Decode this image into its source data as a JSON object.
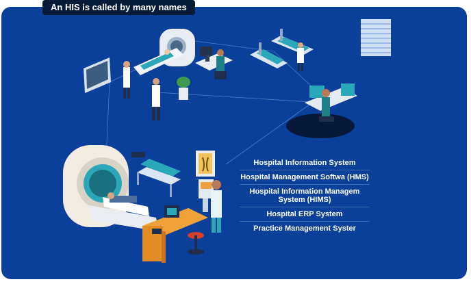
{
  "header": {
    "title": "An HIS is called by many names"
  },
  "names": [
    "Hospital Information System",
    "Hospital Management Softwa (HMS)",
    "Hospital Information Managem System (HIMS)",
    "Hospital ERP System",
    "Practice Management Syster"
  ],
  "colors": {
    "background": "#0a3f9a",
    "title_tab": "#061a3a",
    "text": "#ffffff"
  },
  "icons": [
    "mri-scanner-icon",
    "ct-scanner-icon",
    "hospital-bed-icon",
    "doctor-icon",
    "nurse-icon",
    "computer-workstation-icon",
    "xray-lightbox-icon",
    "document-stack-icon",
    "plant-icon",
    "desk-icon",
    "stool-icon"
  ]
}
